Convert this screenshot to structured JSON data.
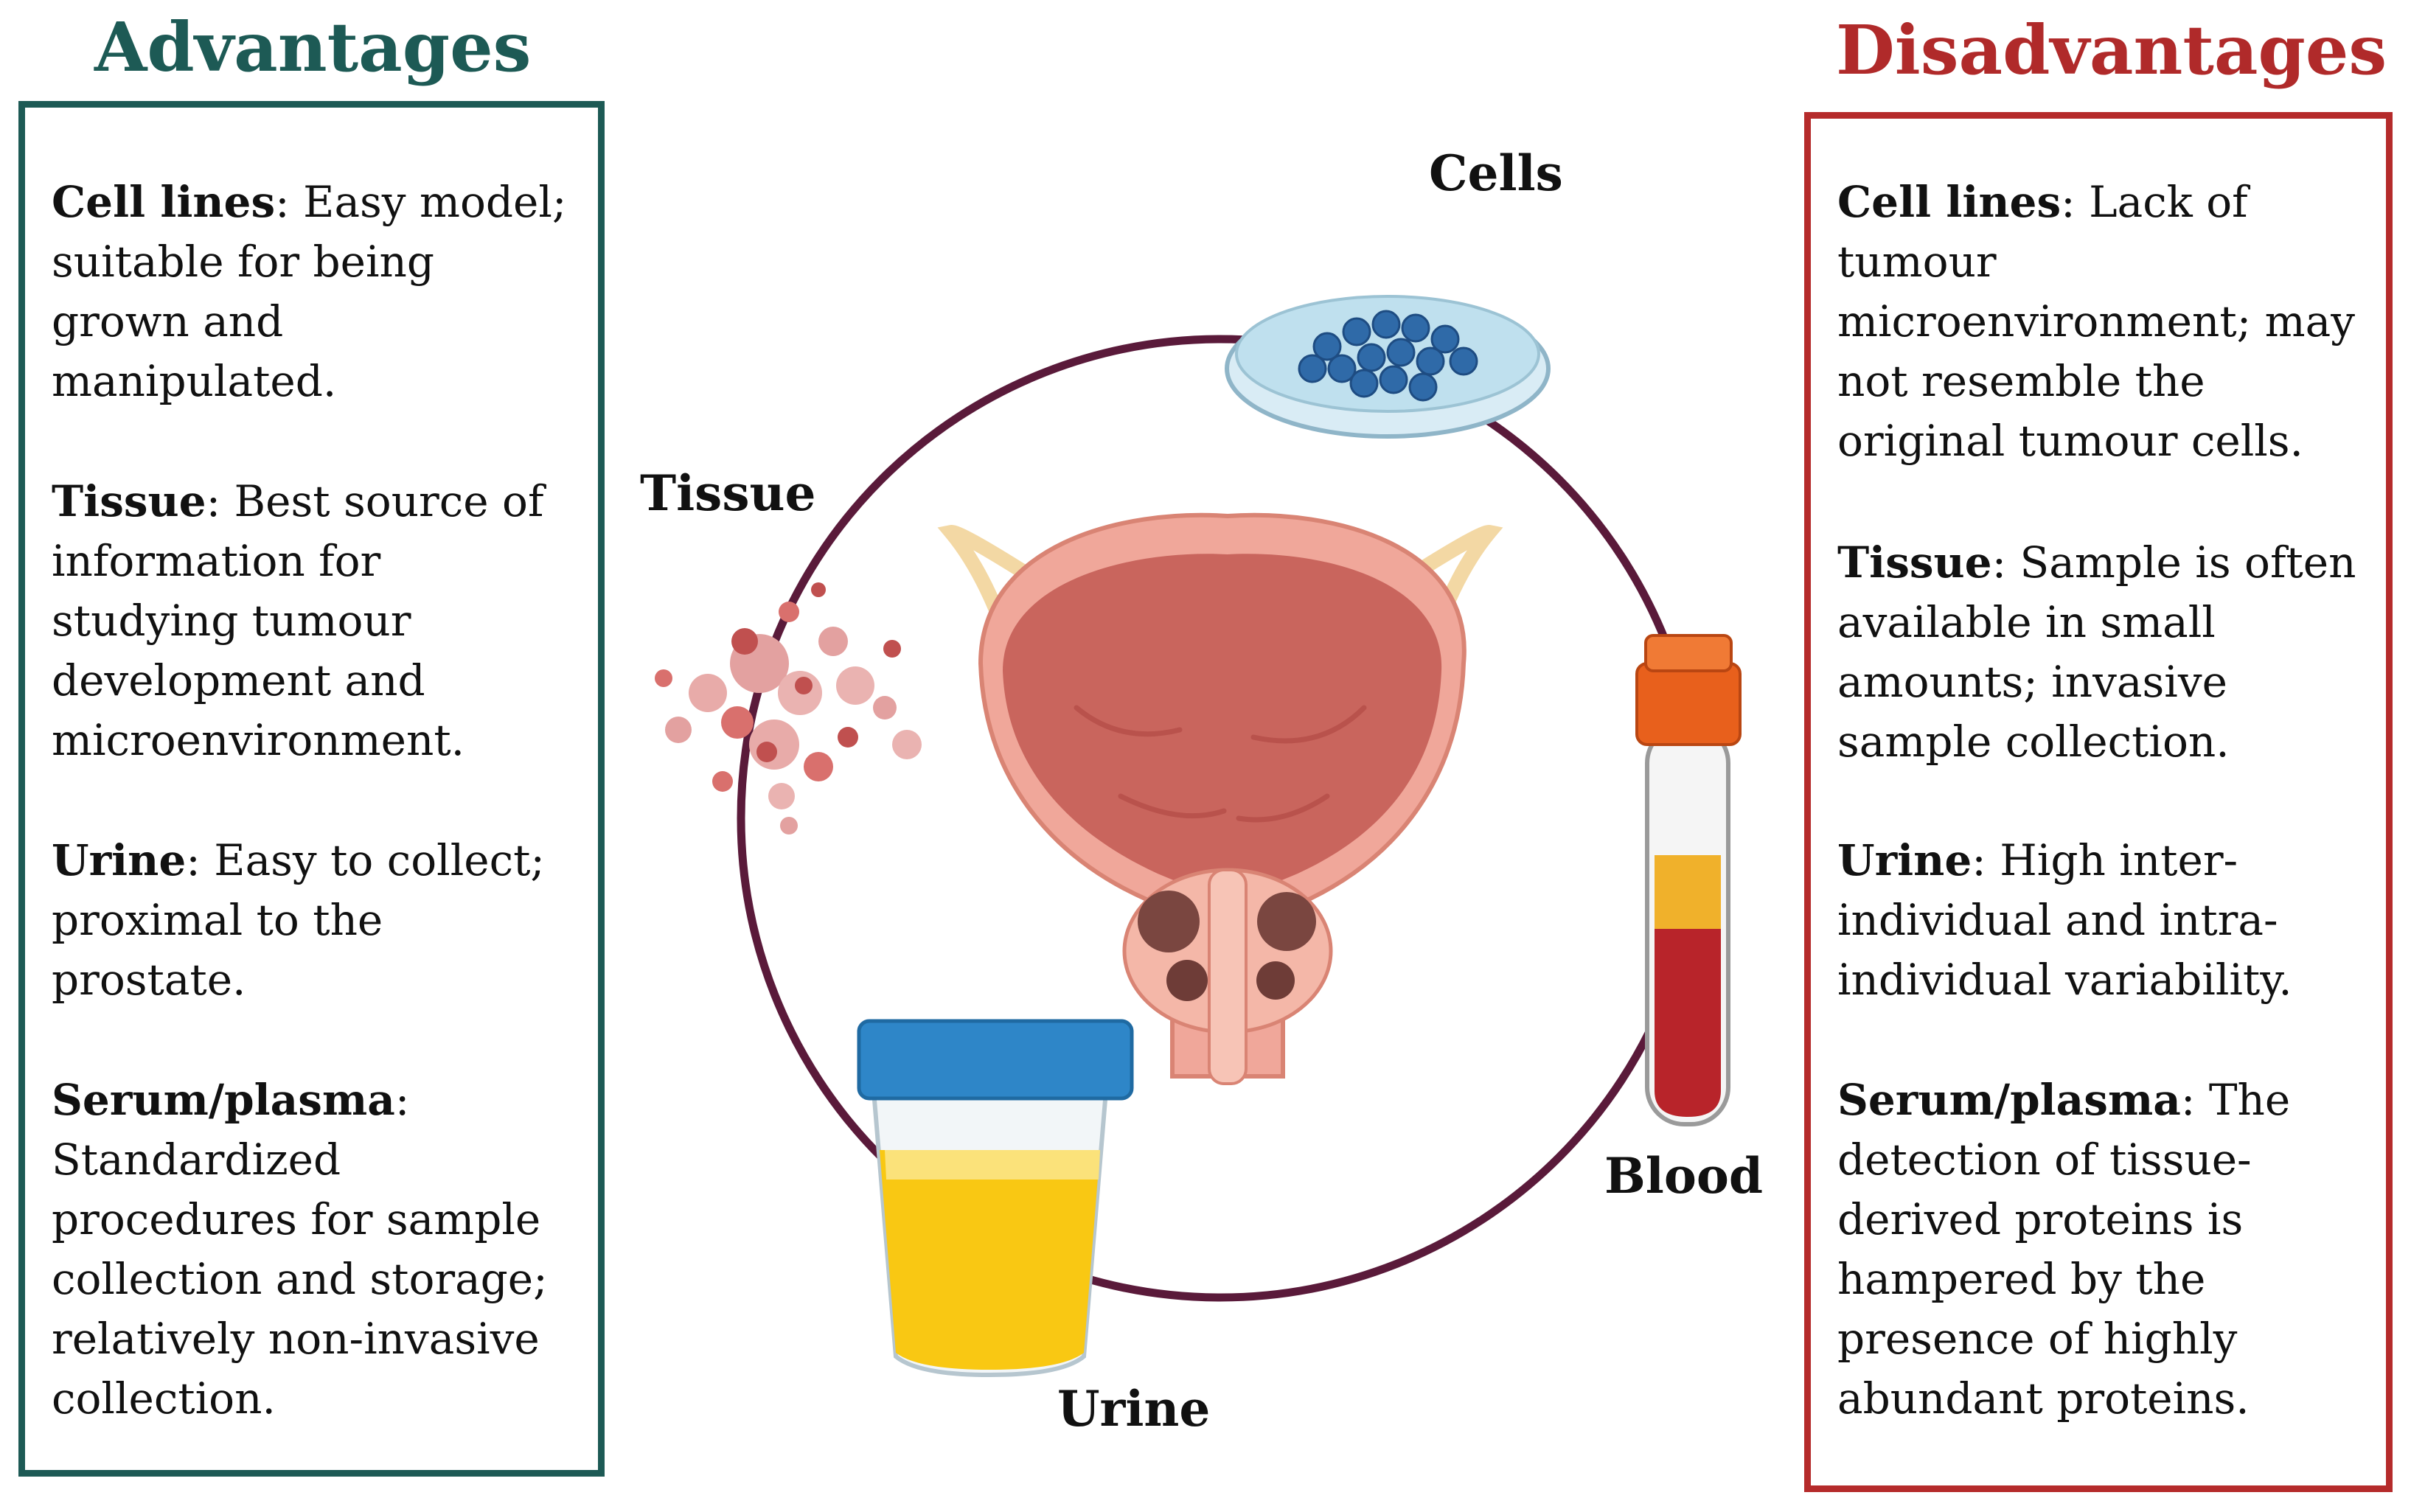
{
  "advantages": {
    "heading": "Advantages",
    "items": [
      {
        "term": "Cell lines",
        "text": ": Easy model; suitable for being grown and manipulated."
      },
      {
        "term": "Tissue",
        "text": ": Best source of information for studying tumour development and microenvironment."
      },
      {
        "term": "Urine",
        "text": ": Easy to collect; proximal to the prostate."
      },
      {
        "term": "Serum/plasma",
        "text": ": Standardized procedures for sample collection and storage; relatively non-invasive collection."
      }
    ]
  },
  "disadvantages": {
    "heading": "Disadvantages",
    "items": [
      {
        "term": "Cell lines",
        "text": ": Lack of tumour microenvironment; may not resemble the original tumour cells."
      },
      {
        "term": "Tissue",
        "text": ": Sample is often available in small amounts; invasive sample collection."
      },
      {
        "term": "Urine",
        "text": ": High inter-individual and intra-individual variability."
      },
      {
        "term": "Serum/plasma",
        "text": ": The detection of tissue-derived proteins is hampered by the presence of highly abundant proteins."
      }
    ]
  },
  "diagram": {
    "labels": {
      "cells": "Cells",
      "tissue": "Tissue",
      "blood": "Blood",
      "urine": "Urine"
    }
  },
  "colors": {
    "advantages": "#1d5a55",
    "disadvantages": "#b02a2a",
    "ring": "#5a1a3a"
  }
}
